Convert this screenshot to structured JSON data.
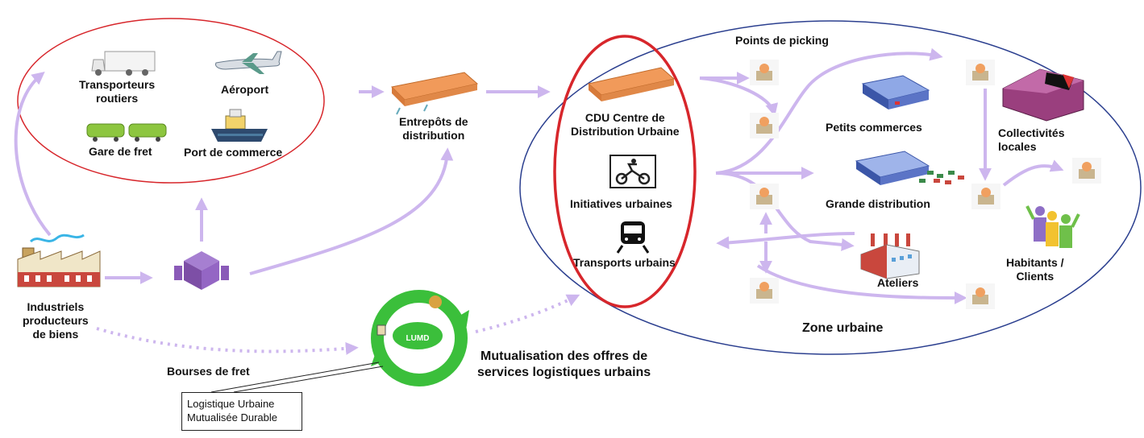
{
  "colors": {
    "arrow": "#cdb6ee",
    "red_ellipse": "#d7262b",
    "blue_ellipse": "#2b3f8f",
    "box_orange": "#f19a5a",
    "purple": "#7d4fa6"
  },
  "labels": {
    "transporteurs": [
      "Transporteurs",
      "routiers"
    ],
    "aeroport": "Aéroport",
    "gare": "Gare de fret",
    "port": "Port de commerce",
    "entrepots": [
      "Entrepôts de",
      "distribution"
    ],
    "cdu": [
      "CDU Centre de",
      "Distribution Urbaine"
    ],
    "initiatives": "Initiatives urbaines",
    "transports": "Transports urbains",
    "picking": "Points de picking",
    "petits": "Petits commerces",
    "grande": "Grande distribution",
    "ateliers": "Ateliers",
    "collectivites": [
      "Collectivités",
      "locales"
    ],
    "habitants": [
      "Habitants /",
      "Clients"
    ],
    "zone": "Zone urbaine",
    "industriels": [
      "Industriels",
      "producteurs",
      "de biens"
    ],
    "bourses": "Bourses de fret",
    "mutualisation": [
      "Mutualisation des offres de",
      "services logistiques urbains"
    ],
    "lumd_badge": "LUMD",
    "callout": [
      "Logistique Urbaine",
      "Mutualisée Durable"
    ]
  },
  "icons": {
    "truck": "truck-icon",
    "plane": "airplane-icon",
    "train_wagons": "freight-train-icon",
    "ship": "cargo-ship-icon",
    "warehouse": "warehouse-icon",
    "factory": "factory-icon",
    "hub": "hub-cube-icon",
    "motorbike": "motorbike-icon",
    "metro": "metro-train-icon",
    "picking_box": "picking-box-icon",
    "shop": "shop-icon",
    "store": "supermarket-icon",
    "workshop": "workshop-icon",
    "government": "building-icon",
    "people": "people-icon",
    "cycle": "recycle-cycle-icon"
  }
}
